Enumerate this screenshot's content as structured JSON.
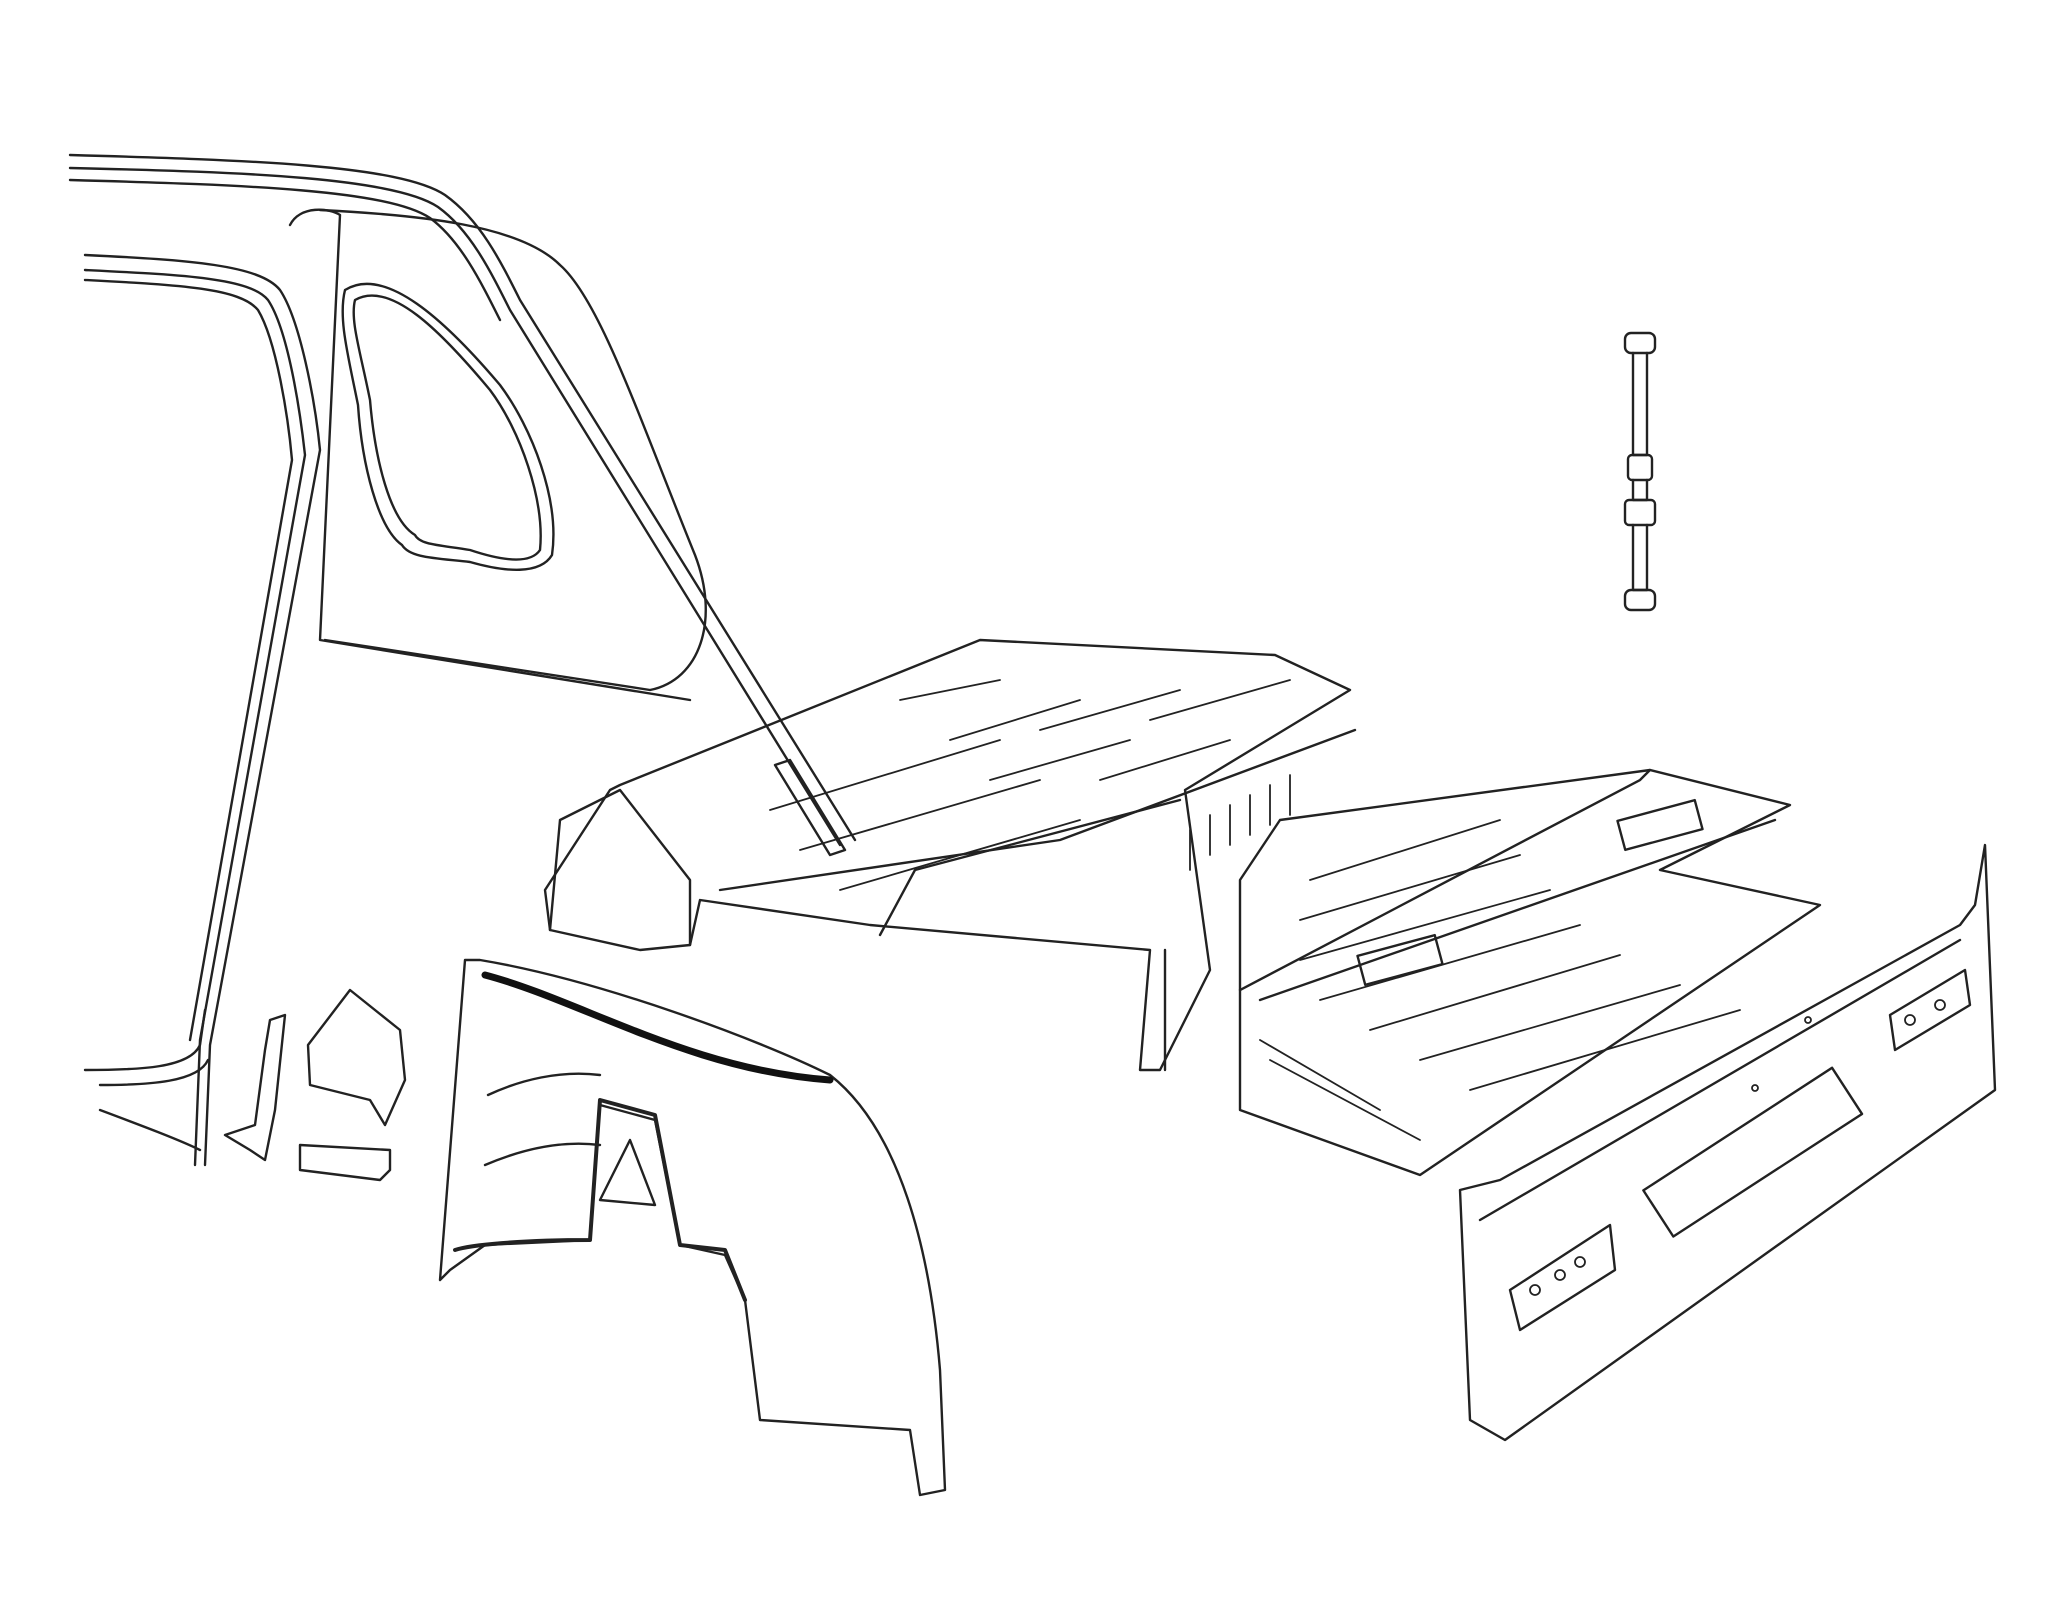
{
  "diagram": {
    "subject": "",
    "line_color": "#222222",
    "highlight_color": "#111111",
    "background": "#ffffff",
    "parts": [
      {
        "id": "quarter-panel-frame"
      },
      {
        "id": "c-pillar-rail"
      },
      {
        "id": "rear-floor-pan"
      },
      {
        "id": "trunk-floor"
      },
      {
        "id": "rear-valance-panel"
      },
      {
        "id": "inner-wheelhouse"
      },
      {
        "id": "bracket-small-parts"
      },
      {
        "id": "strut-rod"
      }
    ]
  }
}
